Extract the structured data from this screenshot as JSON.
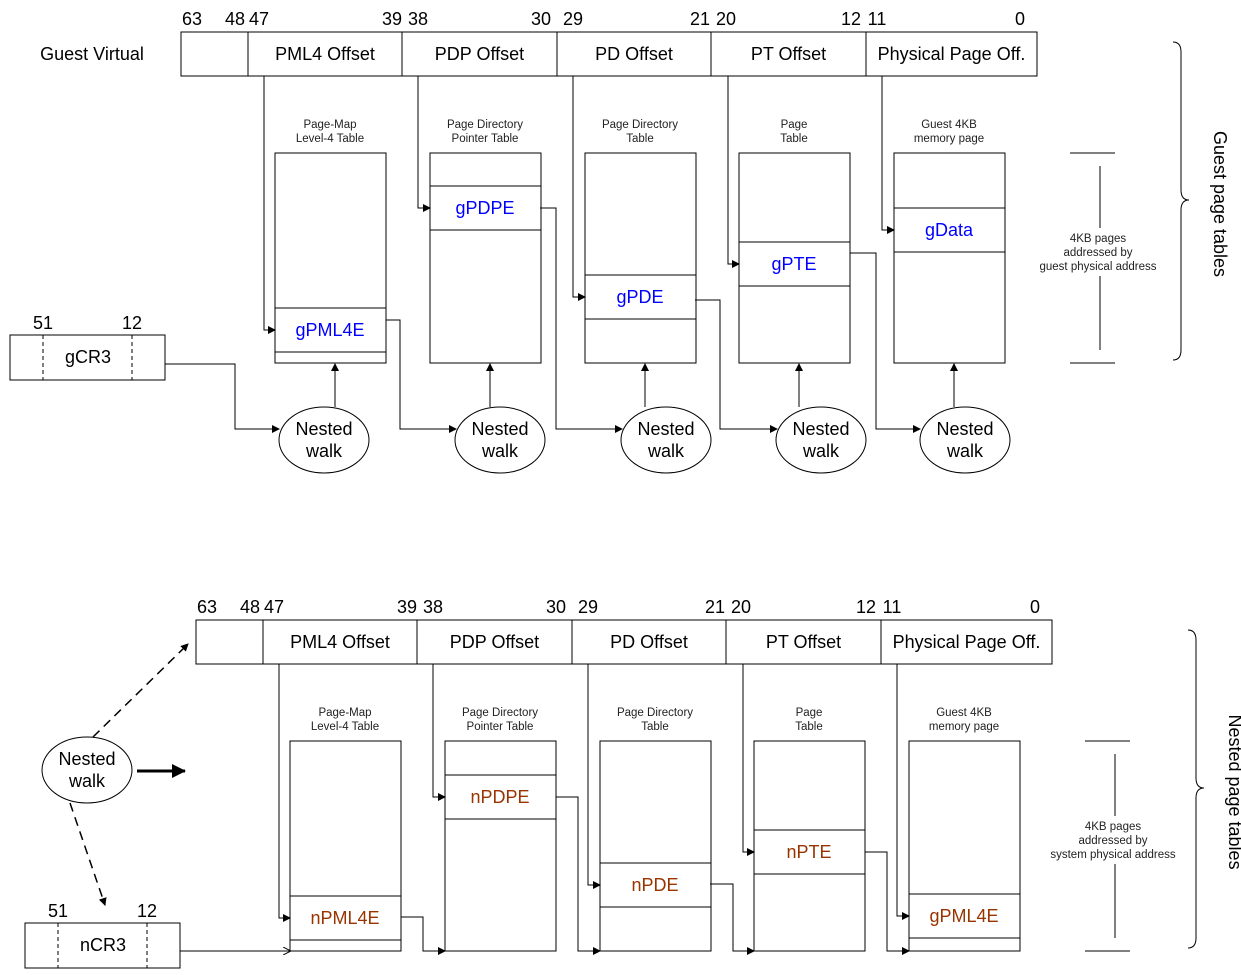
{
  "colors": {
    "guest_entry": "#0000ff",
    "nested_entry": "#993300",
    "line": "#000000"
  },
  "guest": {
    "left_label": "Guest Virtual",
    "bits": [
      "63",
      "48",
      "47",
      "39",
      "38",
      "30",
      "29",
      "21",
      "20",
      "12",
      "11",
      "0"
    ],
    "fields": [
      "PML4 Offset",
      "PDP Offset",
      "PD Offset",
      "PT Offset",
      "Physical Page Off."
    ],
    "tables": [
      {
        "title1": "Page-Map",
        "title2": "Level-4 Table",
        "entry": "gPML4E"
      },
      {
        "title1": "Page Directory",
        "title2": "Pointer Table",
        "entry": "gPDPE"
      },
      {
        "title1": "Page Directory",
        "title2": "Table",
        "entry": "gPDE"
      },
      {
        "title1": "Page",
        "title2": "Table",
        "entry": "gPTE"
      },
      {
        "title1": "Guest 4KB",
        "title2": "memory page",
        "entry": "gData"
      }
    ],
    "cr3": {
      "label": "gCR3",
      "bit_hi": "51",
      "bit_lo": "12"
    },
    "nested_walk": {
      "line1": "Nested",
      "line2": "walk"
    },
    "pages_note": [
      "4KB pages",
      "addressed by",
      "guest physical address"
    ],
    "brace_label": "Guest page tables"
  },
  "nested": {
    "bits": [
      "63",
      "48",
      "47",
      "39",
      "38",
      "30",
      "29",
      "21",
      "20",
      "12",
      "11",
      "0"
    ],
    "fields": [
      "PML4 Offset",
      "PDP Offset",
      "PD Offset",
      "PT Offset",
      "Physical Page Off."
    ],
    "tables": [
      {
        "title1": "Page-Map",
        "title2": "Level-4 Table",
        "entry": "nPML4E"
      },
      {
        "title1": "Page Directory",
        "title2": "Pointer Table",
        "entry": "nPDPE"
      },
      {
        "title1": "Page Directory",
        "title2": "Table",
        "entry": "nPDE"
      },
      {
        "title1": "Page",
        "title2": "Table",
        "entry": "nPTE"
      },
      {
        "title1": "Guest 4KB",
        "title2": "memory page",
        "entry": "gPML4E"
      }
    ],
    "cr3": {
      "label": "nCR3",
      "bit_hi": "51",
      "bit_lo": "12"
    },
    "nested_walk": {
      "line1": "Nested",
      "line2": "walk"
    },
    "pages_note": [
      "4KB pages",
      "addressed by",
      "system physical address"
    ],
    "brace_label": "Nested page tables"
  }
}
